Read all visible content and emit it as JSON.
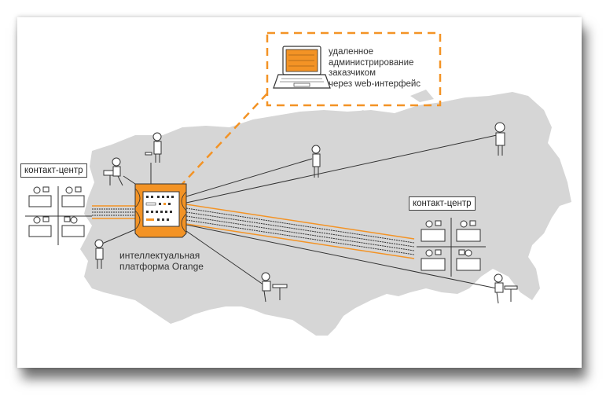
{
  "title": "Схема распределённого контакт-центра на интеллектуальной платформе Orange",
  "colors": {
    "accent": "#f39325",
    "map": "#d6d6d6",
    "line": "#333333",
    "background": "#ffffff"
  },
  "remote_admin": {
    "icon": "laptop-icon",
    "lines": [
      "удаленное",
      "администрирование",
      "заказчиком",
      "через web-интерфейс"
    ]
  },
  "platform": {
    "icon": "server-cabinet-icon",
    "label_lines": [
      "интеллектуальная",
      "платформа Orange"
    ]
  },
  "contact_centers": [
    {
      "label": "контакт-центр",
      "position": "west",
      "agents": 4
    },
    {
      "label": "контакт-центр",
      "position": "east",
      "agents": 4
    }
  ],
  "remote_agents": [
    {
      "name": "agent-standing-phone-north",
      "icon": "person-phone-icon"
    },
    {
      "name": "agent-desk-laptop-northwest",
      "icon": "person-desk-icon"
    },
    {
      "name": "agent-standing-phone-southwest",
      "icon": "person-phone-icon"
    },
    {
      "name": "agent-standing-phone-center",
      "icon": "person-phone-icon"
    },
    {
      "name": "agent-standing-phone-far-east",
      "icon": "person-phone-icon"
    },
    {
      "name": "agent-desk-laptop-south",
      "icon": "person-desk-icon"
    },
    {
      "name": "agent-desk-far-southeast",
      "icon": "person-desk-icon"
    }
  ]
}
